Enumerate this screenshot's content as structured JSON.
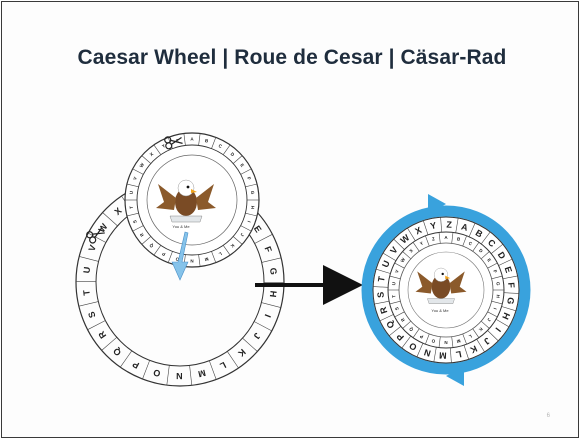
{
  "title": "Caesar Wheel | Roue de Cesar | Cäsar-Rad",
  "alphabet": [
    "A",
    "B",
    "C",
    "D",
    "E",
    "F",
    "G",
    "H",
    "I",
    "J",
    "K",
    "L",
    "M",
    "N",
    "O",
    "P",
    "Q",
    "R",
    "S",
    "T",
    "U",
    "V",
    "W",
    "X",
    "Y",
    "Z"
  ],
  "colors": {
    "ring_blue": "#4aa7e0",
    "arrow_blue": "#39a2dd",
    "text_dark": "#1f2d3d",
    "connector": "#111111"
  },
  "icons": {
    "scissors": "scissors-icon",
    "eagle": "eagle-mascot-icon"
  },
  "page_number": "6"
}
